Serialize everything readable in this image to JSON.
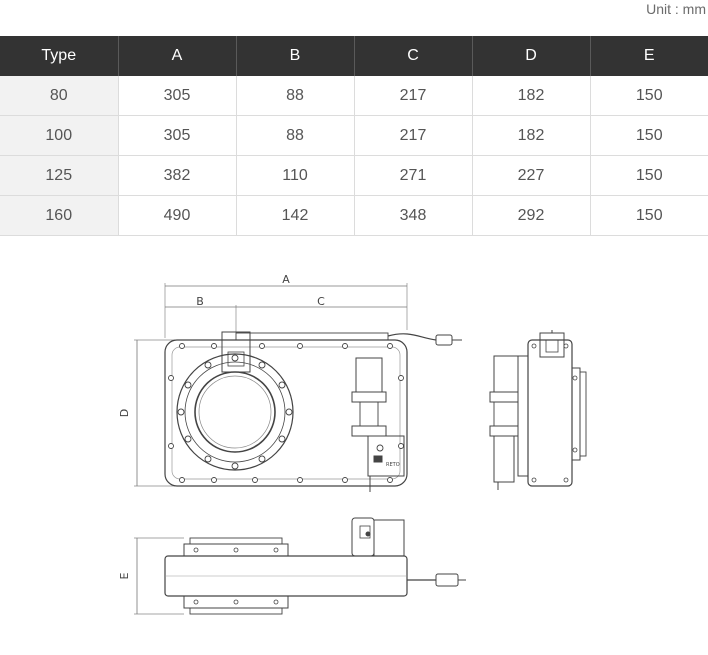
{
  "unit_label": "Unit : mm",
  "table": {
    "headers": [
      "Type",
      "A",
      "B",
      "C",
      "D",
      "E"
    ],
    "rows": [
      [
        "80",
        "305",
        "88",
        "217",
        "182",
        "150"
      ],
      [
        "100",
        "305",
        "88",
        "217",
        "182",
        "150"
      ],
      [
        "125",
        "382",
        "110",
        "271",
        "227",
        "150"
      ],
      [
        "160",
        "490",
        "142",
        "348",
        "292",
        "150"
      ]
    ]
  },
  "drawing": {
    "dim_a": "A",
    "dim_b": "B",
    "dim_c": "C",
    "dim_d": "D",
    "dim_e": "E",
    "stamp_text": "RETO"
  }
}
